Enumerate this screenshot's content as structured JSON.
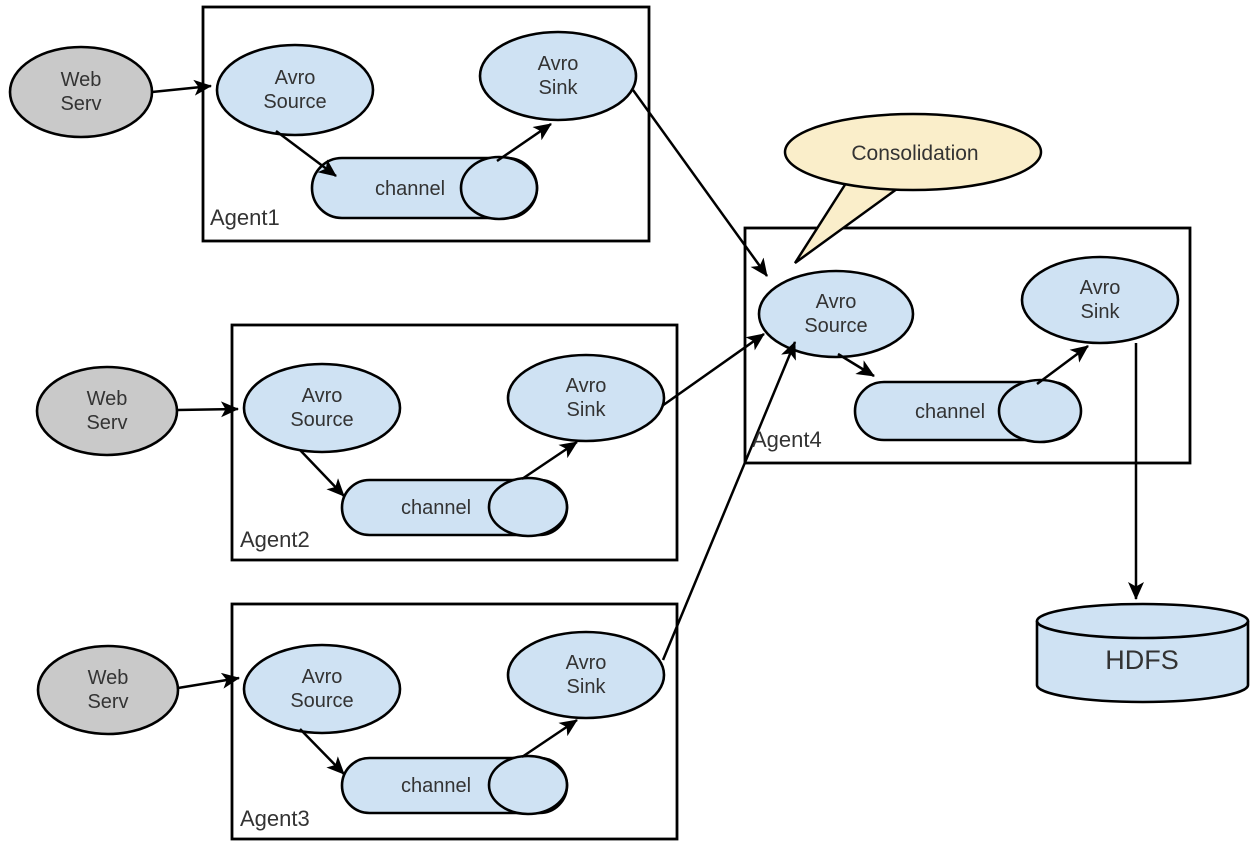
{
  "colors": {
    "node_fill": "#cfe2f3",
    "web_server_fill": "#c9c9c9",
    "callout_fill": "#faeeca",
    "shape_stroke": "#000000",
    "text": "#333333",
    "background": "#ffffff"
  },
  "web_servers": [
    {
      "line1": "Web",
      "line2": "Serv"
    },
    {
      "line1": "Web",
      "line2": "Serv"
    },
    {
      "line1": "Web",
      "line2": "Serv"
    }
  ],
  "agents": [
    {
      "name": "Agent1",
      "source_line1": "Avro",
      "source_line2": "Source",
      "channel": "channel",
      "sink_line1": "Avro",
      "sink_line2": "Sink"
    },
    {
      "name": "Agent2",
      "source_line1": "Avro",
      "source_line2": "Source",
      "channel": "channel",
      "sink_line1": "Avro",
      "sink_line2": "Sink"
    },
    {
      "name": "Agent3",
      "source_line1": "Avro",
      "source_line2": "Source",
      "channel": "channel",
      "sink_line1": "Avro",
      "sink_line2": "Sink"
    },
    {
      "name": "Agent4",
      "source_line1": "Avro",
      "source_line2": "Source",
      "channel": "channel",
      "sink_line1": "Avro",
      "sink_line2": "Sink"
    }
  ],
  "callout": {
    "label": "Consolidation"
  },
  "storage": {
    "label": "HDFS"
  }
}
